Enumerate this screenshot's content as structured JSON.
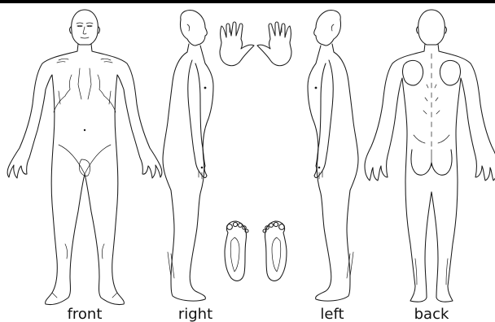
{
  "labels": {
    "front": "front",
    "right": "right",
    "left": "left",
    "back": "back"
  },
  "colors": {
    "stroke": "#1a1a1a",
    "background": "#ffffff",
    "top_bar": "#000000"
  }
}
